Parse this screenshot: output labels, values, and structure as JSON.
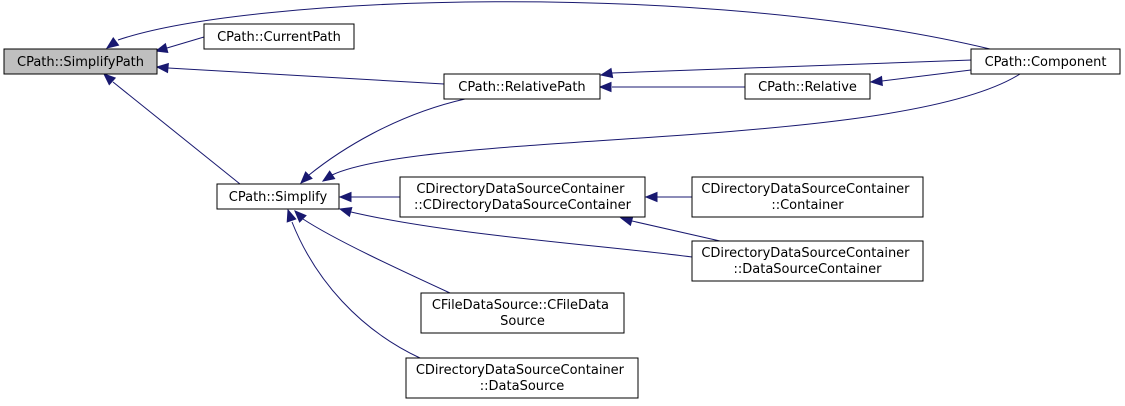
{
  "graph": {
    "kind": "doxygen-caller-graph",
    "colors": {
      "edge": "#191970",
      "root_fill": "#bfbfbf",
      "node_fill": "#ffffff",
      "node_border": "#000000"
    },
    "nodes": {
      "simplifypath": {
        "lines": [
          "CPath::SimplifyPath"
        ],
        "highlighted": true
      },
      "currentpath": {
        "lines": [
          "CPath::CurrentPath"
        ]
      },
      "relativepath": {
        "lines": [
          "CPath::RelativePath"
        ]
      },
      "relative": {
        "lines": [
          "CPath::Relative"
        ]
      },
      "component": {
        "lines": [
          "CPath::Component"
        ]
      },
      "simplify": {
        "lines": [
          "CPath::Simplify"
        ]
      },
      "cdsc_ctor": {
        "lines": [
          "CDirectoryDataSourceContainer",
          "::CDirectoryDataSourceContainer"
        ]
      },
      "cdsc_container": {
        "lines": [
          "CDirectoryDataSourceContainer",
          "::Container"
        ]
      },
      "cdsc_dscontainer": {
        "lines": [
          "CDirectoryDataSourceContainer",
          "::DataSourceContainer"
        ]
      },
      "cfds": {
        "lines": [
          "CFileDataSource::CFileData",
          "Source"
        ]
      },
      "cdsc_datasource": {
        "lines": [
          "CDirectoryDataSourceContainer",
          "::DataSource"
        ]
      }
    },
    "edges": [
      {
        "from": "currentpath",
        "to": "simplifypath"
      },
      {
        "from": "component",
        "to": "simplifypath"
      },
      {
        "from": "relativepath",
        "to": "simplifypath"
      },
      {
        "from": "simplify",
        "to": "simplifypath"
      },
      {
        "from": "component",
        "to": "relativepath"
      },
      {
        "from": "relative",
        "to": "relativepath"
      },
      {
        "from": "component",
        "to": "relative"
      },
      {
        "from": "relativepath",
        "to": "simplify"
      },
      {
        "from": "component",
        "to": "simplify"
      },
      {
        "from": "cdsc_ctor",
        "to": "simplify"
      },
      {
        "from": "cdsc_dscontainer",
        "to": "simplify"
      },
      {
        "from": "cfds",
        "to": "simplify"
      },
      {
        "from": "cdsc_datasource",
        "to": "simplify"
      },
      {
        "from": "cdsc_container",
        "to": "cdsc_ctor"
      },
      {
        "from": "cdsc_dscontainer",
        "to": "cdsc_ctor"
      }
    ]
  }
}
